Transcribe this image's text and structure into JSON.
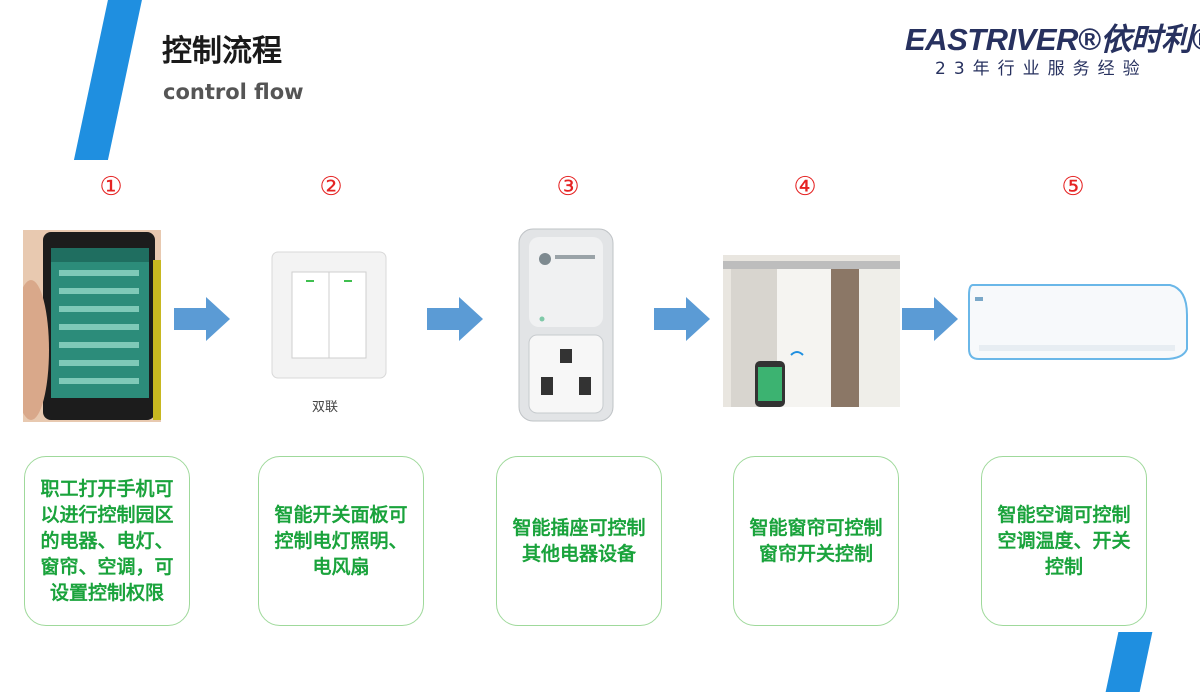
{
  "header": {
    "title": "控制流程",
    "subtitle": "control flow",
    "logo_brand": "EASTRIVER®依时利®",
    "logo_tagline": "23年行业服务经验"
  },
  "steps": [
    {
      "number": "①",
      "description": "职工打开手机可以进行控制园区的电器、电灯、窗帘、空调，可设置控制权限"
    },
    {
      "number": "②",
      "description": "智能开关面板可控制电灯照明、电风扇",
      "image_caption": "双联"
    },
    {
      "number": "③",
      "description": "智能插座可控制其他电器设备"
    },
    {
      "number": "④",
      "description": "智能窗帘可控制窗帘开关控制"
    },
    {
      "number": "⑤",
      "description": "智能空调可控制空调温度、开关控制"
    }
  ],
  "colors": {
    "accent_blue": "#1f8fe0",
    "arrow_blue": "#5b9bd5",
    "step_number_red": "#e52323",
    "text_green": "#1aa33c",
    "border_green": "#9fd99b"
  }
}
